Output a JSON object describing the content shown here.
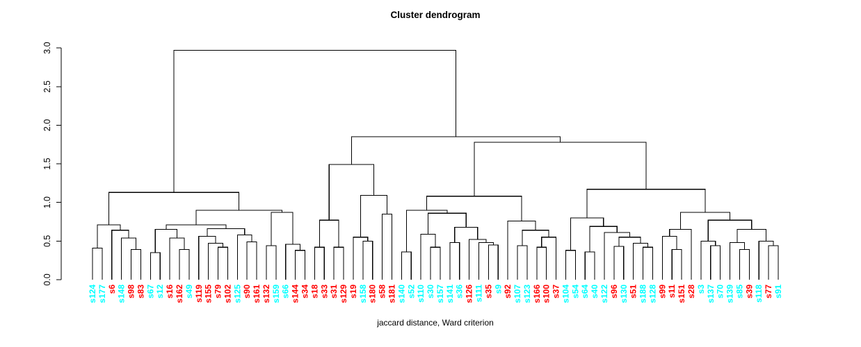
{
  "chart_data": {
    "type": "dendrogram",
    "title": "Cluster dendrogram",
    "xlabel": "jaccard distance, Ward criterion",
    "ylabel": "",
    "ylim": [
      0.0,
      3.0
    ],
    "ytick_labels": [
      "0.0",
      "0.5",
      "1.0",
      "1.5",
      "2.0",
      "2.5",
      "3.0"
    ],
    "grid": false,
    "legend": "none",
    "line_color": "#000000",
    "palette": {
      "cluster_red": "#FF0000",
      "cluster_cyan": "#00FFFF"
    },
    "leaf_labels": [
      "s124",
      "s177",
      "s6",
      "s148",
      "s98",
      "s83",
      "s67",
      "s12",
      "s16",
      "s162",
      "s49",
      "s119",
      "s155",
      "s79",
      "s102",
      "s125",
      "s90",
      "s161",
      "s132",
      "s159",
      "s66",
      "s144",
      "s34",
      "s18",
      "s33",
      "s31",
      "s129",
      "s19",
      "s158",
      "s180",
      "s58",
      "s181",
      "s140",
      "s52",
      "s110",
      "s30",
      "s157",
      "s141",
      "s36",
      "s126",
      "s111",
      "s35",
      "s9",
      "s92",
      "s107",
      "s123",
      "s166",
      "s100",
      "s37",
      "s104",
      "s54",
      "s64",
      "s40",
      "s122",
      "s96",
      "s130",
      "s51",
      "s188",
      "s128",
      "s99",
      "s11",
      "s151",
      "s28",
      "s3",
      "s137",
      "s70",
      "s139",
      "s85",
      "s39",
      "s118",
      "s77",
      "s91"
    ],
    "leaf_colors": [
      "#00FFFF",
      "#00FFFF",
      "#FF0000",
      "#00FFFF",
      "#FF0000",
      "#FF0000",
      "#00FFFF",
      "#00FFFF",
      "#FF0000",
      "#FF0000",
      "#00FFFF",
      "#FF0000",
      "#FF0000",
      "#FF0000",
      "#FF0000",
      "#00FFFF",
      "#FF0000",
      "#FF0000",
      "#FF0000",
      "#00FFFF",
      "#00FFFF",
      "#FF0000",
      "#FF0000",
      "#FF0000",
      "#FF0000",
      "#FF0000",
      "#FF0000",
      "#FF0000",
      "#00FFFF",
      "#FF0000",
      "#FF0000",
      "#FF0000",
      "#00FFFF",
      "#00FFFF",
      "#00FFFF",
      "#00FFFF",
      "#00FFFF",
      "#00FFFF",
      "#00FFFF",
      "#FF0000",
      "#00FFFF",
      "#FF0000",
      "#00FFFF",
      "#FF0000",
      "#00FFFF",
      "#00FFFF",
      "#FF0000",
      "#FF0000",
      "#FF0000",
      "#00FFFF",
      "#00FFFF",
      "#00FFFF",
      "#00FFFF",
      "#00FFFF",
      "#FF0000",
      "#00FFFF",
      "#FF0000",
      "#00FFFF",
      "#00FFFF",
      "#FF0000",
      "#FF0000",
      "#FF0000",
      "#FF0000",
      "#00FFFF",
      "#00FFFF",
      "#00FFFF",
      "#00FFFF",
      "#00FFFF",
      "#FF0000",
      "#00FFFF",
      "#FF0000",
      "#00FFFF"
    ],
    "tree": {
      "h": 2.97,
      "c": [
        {
          "h": 1.13,
          "c": [
            {
              "h": 0.71,
              "c": [
                {
                  "h": 0.41,
                  "c": [
                    "s124",
                    "s177"
                  ]
                },
                {
                  "h": 0.64,
                  "c": [
                    "s6",
                    {
                      "h": 0.54,
                      "c": [
                        "s148",
                        {
                          "h": 0.39,
                          "c": [
                            "s98",
                            "s83"
                          ]
                        }
                      ]
                    }
                  ]
                }
              ]
            },
            {
              "h": 0.9,
              "c": [
                {
                  "h": 0.71,
                  "c": [
                    {
                      "h": 0.65,
                      "c": [
                        {
                          "h": 0.35,
                          "c": [
                            "s67",
                            "s12"
                          ]
                        },
                        {
                          "h": 0.54,
                          "c": [
                            "s16",
                            {
                              "h": 0.39,
                              "c": [
                                "s162",
                                "s49"
                              ]
                            }
                          ]
                        }
                      ]
                    },
                    {
                      "h": 0.66,
                      "c": [
                        {
                          "h": 0.56,
                          "c": [
                            "s119",
                            {
                              "h": 0.47,
                              "c": [
                                "s155",
                                {
                                  "h": 0.42,
                                  "c": [
                                    "s79",
                                    "s102"
                                  ]
                                }
                              ]
                            }
                          ]
                        },
                        {
                          "h": 0.58,
                          "c": [
                            "s125",
                            {
                              "h": 0.49,
                              "c": [
                                "s90",
                                "s161"
                              ]
                            }
                          ]
                        }
                      ]
                    }
                  ]
                },
                {
                  "h": 0.87,
                  "c": [
                    {
                      "h": 0.44,
                      "c": [
                        "s132",
                        "s159"
                      ]
                    },
                    {
                      "h": 0.46,
                      "c": [
                        "s66",
                        {
                          "h": 0.38,
                          "c": [
                            "s144",
                            "s34"
                          ]
                        }
                      ]
                    }
                  ]
                }
              ]
            }
          ]
        },
        {
          "h": 1.85,
          "c": [
            {
              "h": 1.49,
              "c": [
                {
                  "h": 0.77,
                  "c": [
                    {
                      "h": 0.42,
                      "c": [
                        "s18",
                        "s33"
                      ]
                    },
                    {
                      "h": 0.42,
                      "c": [
                        "s31",
                        "s129"
                      ]
                    }
                  ]
                },
                {
                  "h": 1.09,
                  "c": [
                    {
                      "h": 0.55,
                      "c": [
                        "s19",
                        {
                          "h": 0.5,
                          "c": [
                            "s158",
                            "s180"
                          ]
                        }
                      ]
                    },
                    {
                      "h": 0.85,
                      "c": [
                        "s58",
                        "s181"
                      ]
                    }
                  ]
                }
              ]
            },
            {
              "h": 1.78,
              "c": [
                {
                  "h": 1.08,
                  "c": [
                    {
                      "h": 0.9,
                      "c": [
                        {
                          "h": 0.36,
                          "c": [
                            "s140",
                            "s52"
                          ]
                        },
                        {
                          "h": 0.86,
                          "c": [
                            {
                              "h": 0.59,
                              "c": [
                                "s110",
                                {
                                  "h": 0.42,
                                  "c": [
                                    "s30",
                                    "s157"
                                  ]
                                }
                              ]
                            },
                            {
                              "h": 0.68,
                              "c": [
                                {
                                  "h": 0.48,
                                  "c": [
                                    "s141",
                                    "s36"
                                  ]
                                },
                                {
                                  "h": 0.52,
                                  "c": [
                                    "s126",
                                    {
                                      "h": 0.48,
                                      "c": [
                                        "s111",
                                        {
                                          "h": 0.45,
                                          "c": [
                                            "s35",
                                            "s9"
                                          ]
                                        }
                                      ]
                                    }
                                  ]
                                }
                              ]
                            }
                          ]
                        }
                      ]
                    },
                    {
                      "h": 0.76,
                      "c": [
                        "s92",
                        {
                          "h": 0.64,
                          "c": [
                            {
                              "h": 0.44,
                              "c": [
                                "s107",
                                "s123"
                              ]
                            },
                            {
                              "h": 0.55,
                              "c": [
                                {
                                  "h": 0.42,
                                  "c": [
                                    "s166",
                                    "s100"
                                  ]
                                },
                                "s37"
                              ]
                            }
                          ]
                        }
                      ]
                    }
                  ]
                },
                {
                  "h": 1.17,
                  "c": [
                    {
                      "h": 0.8,
                      "c": [
                        {
                          "h": 0.38,
                          "c": [
                            "s104",
                            "s54"
                          ]
                        },
                        {
                          "h": 0.69,
                          "c": [
                            {
                              "h": 0.36,
                              "c": [
                                "s64",
                                "s40"
                              ]
                            },
                            {
                              "h": 0.61,
                              "c": [
                                "s122",
                                {
                                  "h": 0.55,
                                  "c": [
                                    {
                                      "h": 0.43,
                                      "c": [
                                        "s96",
                                        "s130"
                                      ]
                                    },
                                    {
                                      "h": 0.47,
                                      "c": [
                                        "s51",
                                        {
                                          "h": 0.42,
                                          "c": [
                                            "s188",
                                            "s128"
                                          ]
                                        }
                                      ]
                                    }
                                  ]
                                }
                              ]
                            }
                          ]
                        }
                      ]
                    },
                    {
                      "h": 0.87,
                      "c": [
                        {
                          "h": 0.65,
                          "c": [
                            {
                              "h": 0.56,
                              "c": [
                                "s99",
                                {
                                  "h": 0.39,
                                  "c": [
                                    "s11",
                                    "s151"
                                  ]
                                }
                              ]
                            },
                            "s28"
                          ]
                        },
                        {
                          "h": 0.77,
                          "c": [
                            {
                              "h": 0.5,
                              "c": [
                                "s3",
                                {
                                  "h": 0.44,
                                  "c": [
                                    "s137",
                                    "s70"
                                  ]
                                }
                              ]
                            },
                            {
                              "h": 0.65,
                              "c": [
                                {
                                  "h": 0.48,
                                  "c": [
                                    "s139",
                                    {
                                      "h": 0.39,
                                      "c": [
                                        "s85",
                                        "s39"
                                      ]
                                    }
                                  ]
                                },
                                {
                                  "h": 0.5,
                                  "c": [
                                    "s118",
                                    {
                                      "h": 0.44,
                                      "c": [
                                        "s77",
                                        "s91"
                                      ]
                                    }
                                  ]
                                }
                              ]
                            }
                          ]
                        }
                      ]
                    }
                  ]
                }
              ]
            }
          ]
        }
      ]
    }
  }
}
